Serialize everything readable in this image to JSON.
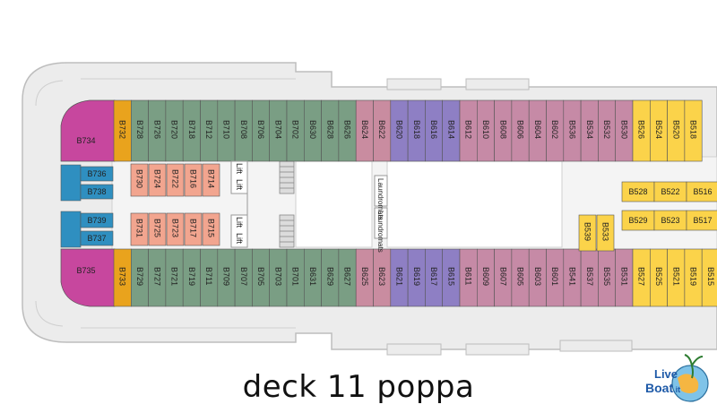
{
  "caption": "deck 11 poppa",
  "logo": {
    "line1": "Live",
    "line2": "Boat",
    "suffix": ".it"
  },
  "colors": {
    "pink": "#c7479e",
    "orange": "#e9a31d",
    "green": "#7a9e84",
    "rose": "#c98ca0",
    "purple": "#8e7fc4",
    "mauve": "#c68aa6",
    "yellow": "#fbd34a",
    "salmon": "#f2a58f",
    "blue": "#2f8fc0",
    "hull": "#ececec",
    "hull_edge": "#bdbdbd",
    "corridor": "#ffffff"
  },
  "cabins": {
    "stern_pink": [
      "B734",
      "B735"
    ],
    "stern_blue": [
      "B736",
      "B738",
      "B739",
      "B737"
    ],
    "top_orange": [
      "B732"
    ],
    "top_green": [
      "B728",
      "B726",
      "B720",
      "B718",
      "B712",
      "B710",
      "B708",
      "B706",
      "B704",
      "B702",
      "B630",
      "B628",
      "B626"
    ],
    "top_rose": [
      "B624",
      "B622"
    ],
    "top_purple": [
      "B620",
      "B618",
      "B616",
      "B614"
    ],
    "top_mauve": [
      "B612",
      "B610",
      "B608",
      "B606",
      "B604",
      "B602",
      "B536",
      "B534",
      "B532",
      "B530"
    ],
    "top_yellow": [
      "B526",
      "B524",
      "B520",
      "B518"
    ],
    "bottom_orange": [
      "B733"
    ],
    "bottom_green": [
      "B729",
      "B727",
      "B721",
      "B719",
      "B711",
      "B709",
      "B707",
      "B705",
      "B703",
      "B701",
      "B631",
      "B629",
      "B627"
    ],
    "bottom_rose": [
      "B625",
      "B623"
    ],
    "bottom_purple": [
      "B621",
      "B619",
      "B617",
      "B615"
    ],
    "bottom_mauve": [
      "B611",
      "B609",
      "B607",
      "B605",
      "B603",
      "B601",
      "B541",
      "B537",
      "B535",
      "B531"
    ],
    "bottom_yellow": [
      "B527",
      "B525",
      "B521",
      "B519",
      "B515"
    ],
    "inner_salmon_top": [
      "B730",
      "B724",
      "B722",
      "B716",
      "B714"
    ],
    "inner_salmon_bottom": [
      "B731",
      "B725",
      "B723",
      "B717",
      "B715"
    ],
    "inner_yellow_top": [
      "B528",
      "B522",
      "B516"
    ],
    "inner_yellow_bottom": [
      "B529",
      "B523",
      "B517"
    ],
    "inner_yellow_vertical": [
      "B539",
      "B533"
    ]
  },
  "lifts": [
    "Lift",
    "Lift",
    "Lift",
    "Lift"
  ],
  "laundromats": [
    "Laundromats",
    "Laundromats"
  ]
}
